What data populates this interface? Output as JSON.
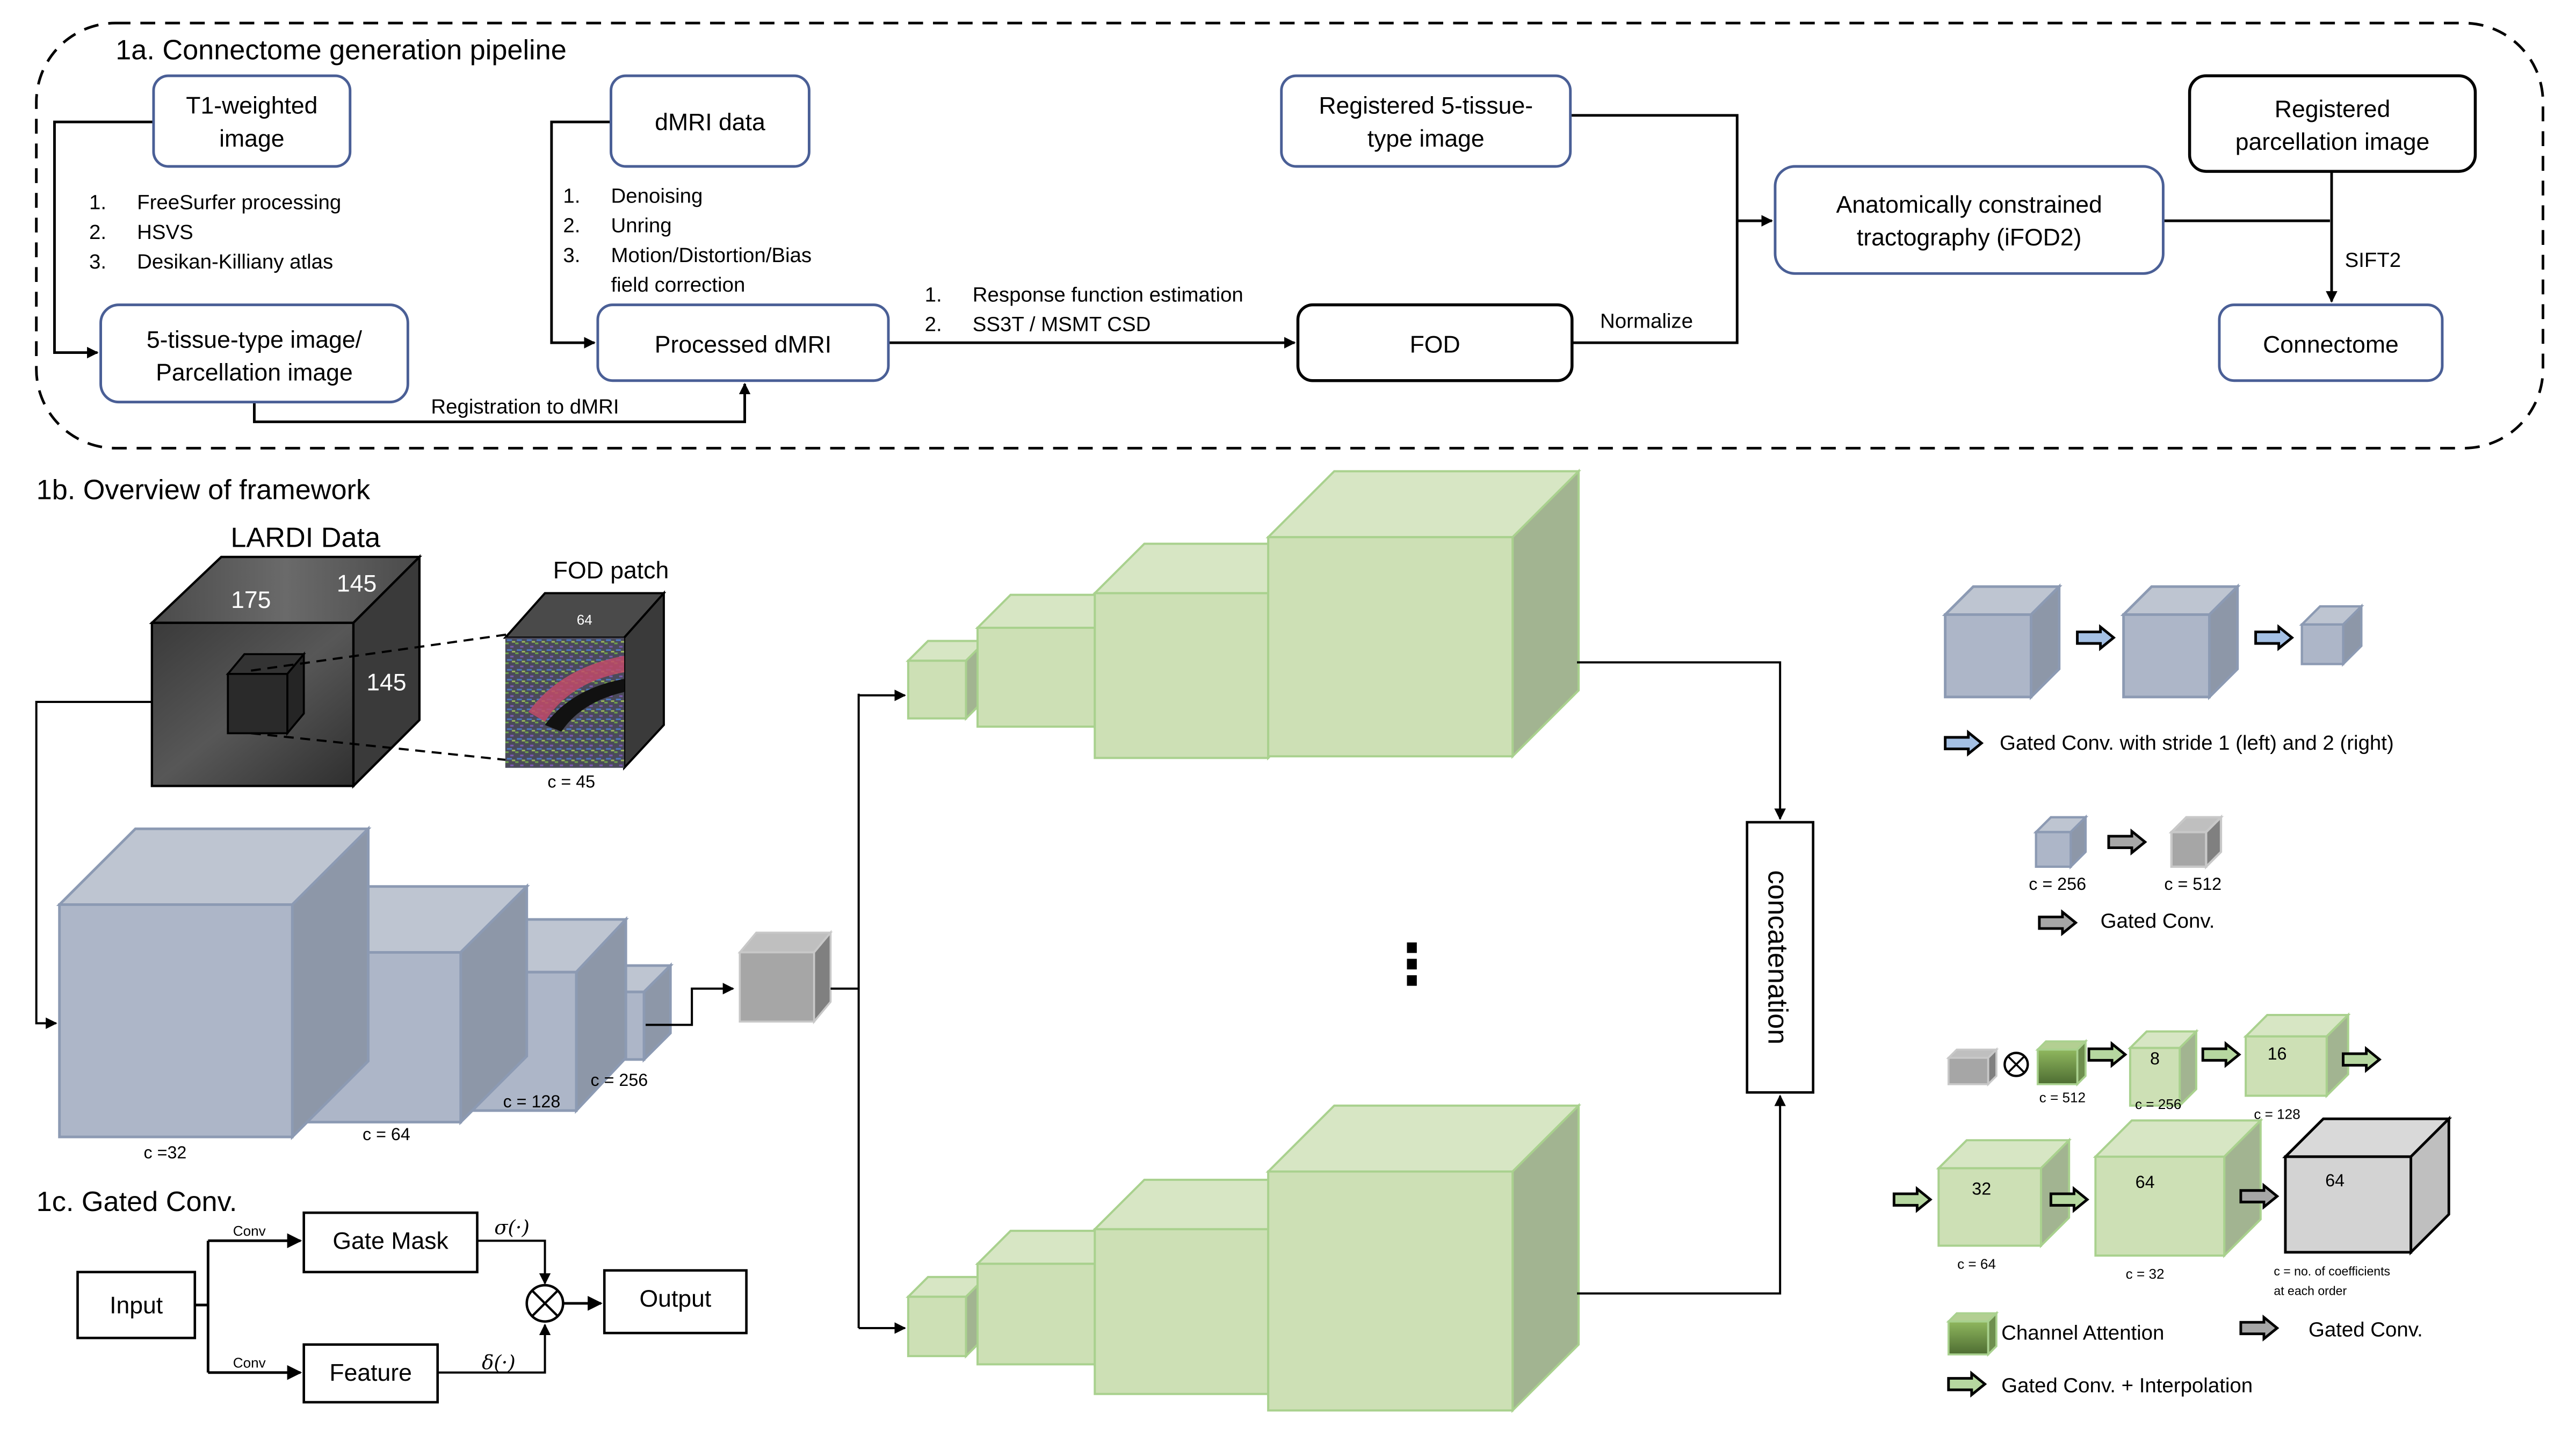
{
  "panel_1a": {
    "title": "1a. Connectome generation pipeline",
    "nodes": {
      "t1": [
        "T1-weighted",
        "image"
      ],
      "dmri_data": [
        "dMRI data"
      ],
      "reg_5tt": [
        "Registered 5-tissue-",
        "type image"
      ],
      "reg_parc": [
        "Registered",
        "parcellation image"
      ],
      "act": [
        "Anatomically constrained",
        "tractography (iFOD2)"
      ],
      "tt5_parc": [
        "5-tissue-type image/",
        "Parcellation image"
      ],
      "proc_dmri": [
        "Processed dMRI"
      ],
      "fod": [
        "FOD"
      ],
      "connectome": [
        "Connectome"
      ]
    },
    "t1_steps": [
      {
        "num": "1.",
        "text": "FreeSurfer processing"
      },
      {
        "num": "2.",
        "text": "HSVS"
      },
      {
        "num": "3.",
        "text": "Desikan-Killiany atlas"
      }
    ],
    "dmri_steps": [
      {
        "num": "1.",
        "text": "Denoising"
      },
      {
        "num": "2.",
        "text": "Unring"
      },
      {
        "num": "3.",
        "text": "Motion/Distortion/Bias"
      },
      {
        "num": "",
        "text": "field correction"
      }
    ],
    "fod_steps": [
      {
        "num": "1.",
        "text": "Response function estimation"
      },
      {
        "num": "2.",
        "text": "SS3T / MSMT CSD"
      }
    ],
    "labels": {
      "registration": "Registration  to dMRI",
      "normalize": "Normalize",
      "sift2": "SIFT2"
    }
  },
  "panel_1b": {
    "title": "1b. Overview of framework",
    "lardi_title": "LARDI Data",
    "lardi_dims": {
      "top_left": "175",
      "top_right": "145",
      "side": "145"
    },
    "fod_patch_title": "FOD patch",
    "fod_patch_size": "64",
    "fod_patch_channels": "c = 45",
    "encoder_channels": [
      "c =32",
      "c = 64",
      "c = 128",
      "c = 256"
    ],
    "ellipsis": "⋮",
    "concat_label": "concatenation"
  },
  "panel_1c": {
    "title": "1c. Gated Conv.",
    "input": "Input",
    "gate_mask": "Gate Mask",
    "feature": "Feature",
    "output": "Output",
    "conv_top": "Conv",
    "conv_bottom": "Conv",
    "sigma": "σ(·)",
    "delta": "δ(·)",
    "multiply_symbol": "⊗"
  },
  "legend": {
    "stride_label": "Gated Conv. with stride 1 (left) and 2 (right)",
    "bottleneck_channels": [
      "c = 256",
      "c = 512"
    ],
    "gated_conv_label": "Gated Conv.",
    "decoder_row1": [
      {
        "size": "",
        "channels": "c = 512"
      },
      {
        "size": "8",
        "channels": "c = 256"
      },
      {
        "size": "16",
        "channels": "c = 128"
      }
    ],
    "decoder_row2": [
      {
        "size": "32",
        "channels": "c = 64"
      },
      {
        "size": "64",
        "channels": "c = 32"
      }
    ],
    "output_cube": {
      "size": "64",
      "channels_line1": "c = no. of coefficients",
      "channels_line2": "at each order"
    },
    "channel_attention_label": "Channel Attention",
    "gated_conv_label2": "Gated Conv.",
    "interp_label": "Gated Conv. + Interpolation"
  },
  "colors": {
    "blue_front": "#adb6c8",
    "blue_top": "#bec5d1",
    "blue_side": "#8d97a8",
    "blue_stroke": "#8c9ab3",
    "green_front": "#cde0b5",
    "green_top": "#d7e6c4",
    "green_side": "#a2b491",
    "green_stroke": "#a9d18e",
    "gray_front": "#a6a6a6",
    "gray_top": "#bfbfbf",
    "gray_side": "#808080",
    "arrow_blue": "#a4c0e4",
    "arrow_green": "#b6d7a0",
    "arrow_gray": "#a6a6a6",
    "node_blue_border": "#4a5f96"
  }
}
